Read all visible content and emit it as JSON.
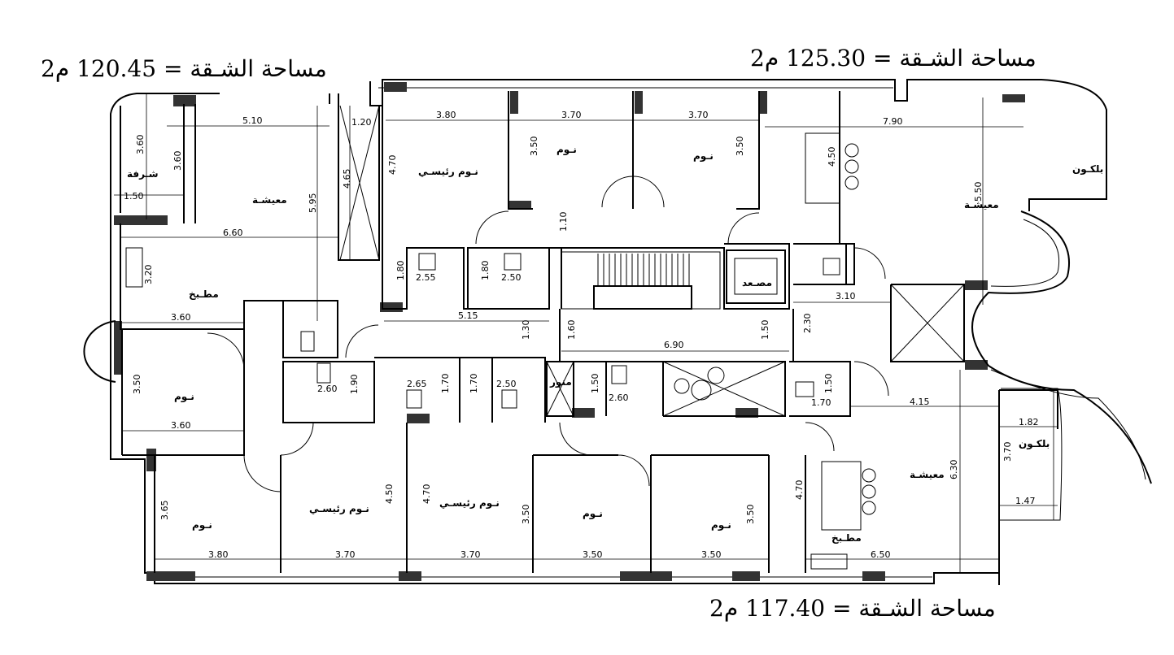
{
  "areas": {
    "top_left": "مساحة الشـقة = 120.45 م2",
    "top_right": "مساحة الشـقة = 125.30 م2",
    "bottom": "مساحة الشـقة = 117.40 م2"
  },
  "rooms": {
    "balcony_left": "شـرفة",
    "living_left": "معيشـة",
    "kitchen_left": "مطـبخ",
    "bedroom_left_mid": "نـوم",
    "master_top": "نـوم رئيسـي",
    "bed_top_1": "نـوم",
    "bed_top_2": "نـوم",
    "living_right": "معيشـة",
    "balcony_right": "بلكـون",
    "elevator": "مصـعد",
    "living_bottom_right": "معيشـة",
    "kitchen_bottom_right": "مطـبخ",
    "balcony_bottom_right": "بلكـون",
    "bed_bottom_left": "نـوم",
    "master_bottom_1": "نـوم رئيسـي",
    "master_bottom_2": "نـوم رئيسـي",
    "bed_bottom_1": "نـوم",
    "bed_bottom_2": "نـوم",
    "shaft": "منور"
  },
  "dims": {
    "d_510": "5.10",
    "d_360a": "3.60",
    "d_360b": "3.60",
    "d_150": "1.50",
    "d_660": "6.60",
    "d_595": "5.95",
    "d_465": "4.65",
    "d_120": "1.20",
    "d_320": "3.20",
    "d_360c": "3.60",
    "d_350a": "3.50",
    "d_360d": "3.60",
    "d_380a": "3.80",
    "d_370a": "3.70",
    "d_370b": "3.70",
    "d_470a": "4.70",
    "d_350b": "3.50",
    "d_350c": "3.50",
    "d_790": "7.90",
    "d_450a": "4.50",
    "d_550": "5.50",
    "d_110": "1.10",
    "d_180a": "1.80",
    "d_255": "2.55",
    "d_180b": "1.80",
    "d_250a": "2.50",
    "d_515": "5.15",
    "d_130": "1.30",
    "d_160": "1.60",
    "d_690": "6.90",
    "d_150b": "1.50",
    "d_230": "2.30",
    "d_310": "3.10",
    "d_260a": "2.60",
    "d_190": "1.90",
    "d_265": "2.65",
    "d_170a": "1.70",
    "d_170b": "1.70",
    "d_250b": "2.50",
    "d_150c": "1.50",
    "d_260b": "2.60",
    "d_150d": "1.50",
    "d_170c": "1.70",
    "d_415": "4.15",
    "d_182": "1.82",
    "d_370c": "3.70",
    "d_147": "1.47",
    "d_630": "6.30",
    "d_365": "3.65",
    "d_450b": "4.50",
    "d_470b": "4.70",
    "d_350d": "3.50",
    "d_350e": "3.50",
    "d_470c": "4.70",
    "d_380b": "3.80",
    "d_370d": "3.70",
    "d_370e": "3.70",
    "d_350f": "3.50",
    "d_350g": "3.50",
    "d_650": "6.50"
  }
}
